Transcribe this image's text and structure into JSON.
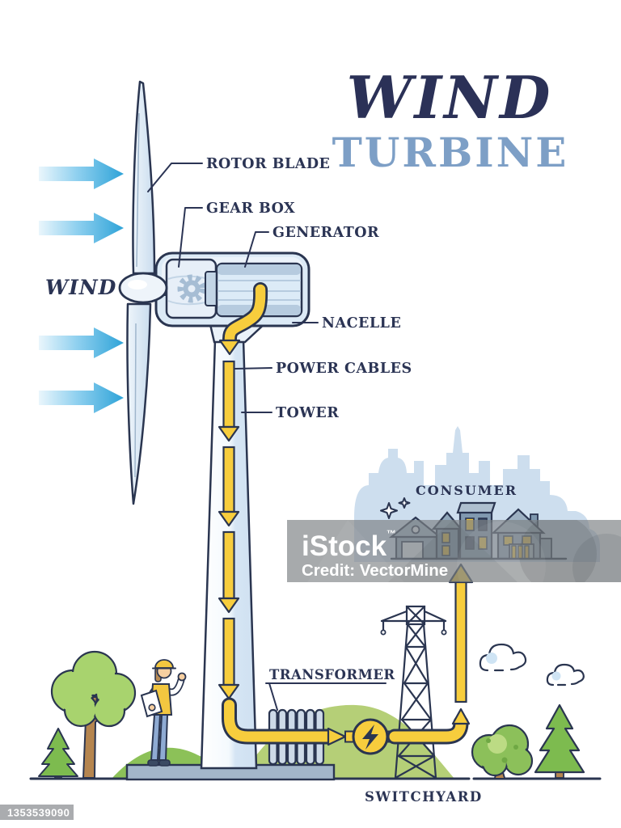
{
  "title": {
    "line1": "WIND",
    "line2": "TURBINE"
  },
  "wind": {
    "label": "WIND"
  },
  "part_labels": {
    "rotor_blade": "ROTOR BLADE",
    "gear_box": "GEAR BOX",
    "generator": "GENERATOR",
    "nacelle": "NACELLE",
    "power_cables": "POWER CABLES",
    "tower": "TOWER"
  },
  "flow_labels": {
    "consumer": "CONSUMER",
    "transformer": "TRANSFORMER",
    "switchyard": "SWITCHYARD"
  },
  "watermark": {
    "brand": "iStock",
    "trademark": "™",
    "credit": "Credit: VectorMine",
    "image_id": "1353539090"
  },
  "colors": {
    "outline_navy": "#2a3550",
    "title_navy": "#2b3157",
    "title_blue": "#7d9fc6",
    "wind_arrow_blue": "#2ea3d8",
    "power_yellow": "#f7cd3d",
    "light_blue_fill": "#d7e5f2",
    "skyline_blue": "#cddeee",
    "hill_green_left": "#8cc158",
    "hill_green_right": "#b5cf77",
    "tree_green": "#a8d36e",
    "pine_green": "#7dbb4f",
    "trunk_brown": "#b5854f",
    "platform_gray_blue": "#a3b6ca",
    "window_yellow": "#ecc23c",
    "watermark_gray": "#9ba0a2",
    "id_badge_gray": "#aaacaf"
  }
}
